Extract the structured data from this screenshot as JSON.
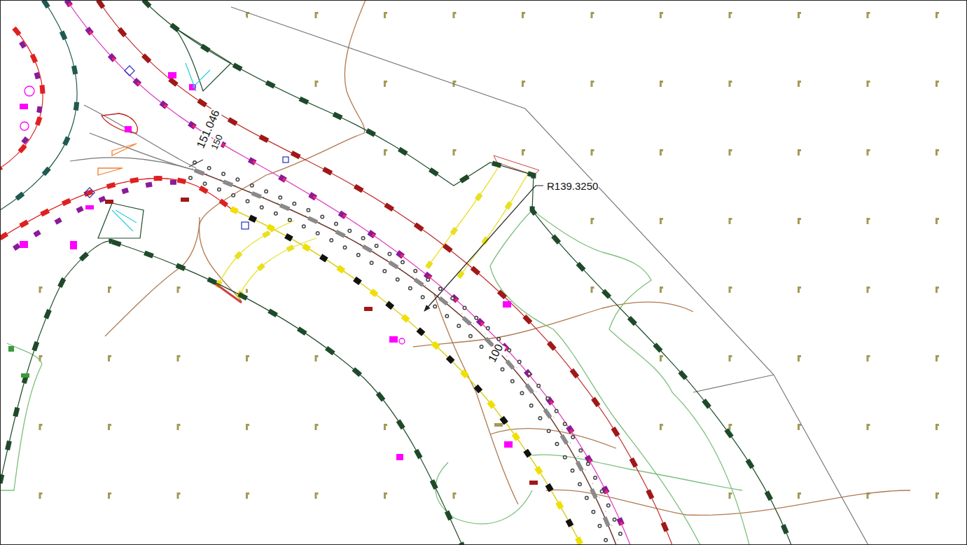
{
  "diagram": {
    "labels": [
      "151.046",
      "150",
      "R139.3250",
      "100"
    ]
  }
}
